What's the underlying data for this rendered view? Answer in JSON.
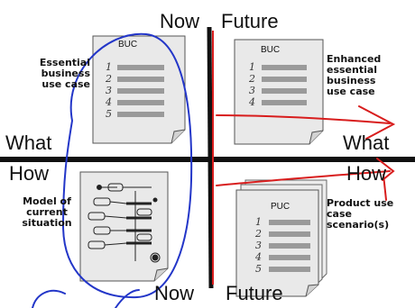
{
  "quadrant_labels": {
    "now_top": "Now",
    "future_top": "Future",
    "what_left": "What",
    "what_right": "What",
    "how_left": "How",
    "how_right": "How",
    "now_bottom": "Now",
    "future_bottom": "Future"
  },
  "annotations": {
    "essential_buc": "Essential business use case",
    "enhanced_buc": "Enhanced essential business use case",
    "current_model": "Model of current situation",
    "product_uc": "Product use case scenario(s)"
  },
  "documents": {
    "buc_left": {
      "title": "BUC",
      "lines": [
        "1",
        "2",
        "3",
        "4",
        "5"
      ]
    },
    "buc_right": {
      "title": "BUC",
      "lines": [
        "1",
        "2",
        "3",
        "4"
      ]
    },
    "puc": {
      "title": "PUC",
      "lines": [
        "1",
        "2",
        "3",
        "4",
        "5"
      ]
    }
  },
  "colors": {
    "divider": "#111111",
    "now_future_line": "#d81d1d",
    "annotation_ink": "#2336c8",
    "doc_paper": "#e9e9e9",
    "doc_bar": "#9a9a9a"
  }
}
